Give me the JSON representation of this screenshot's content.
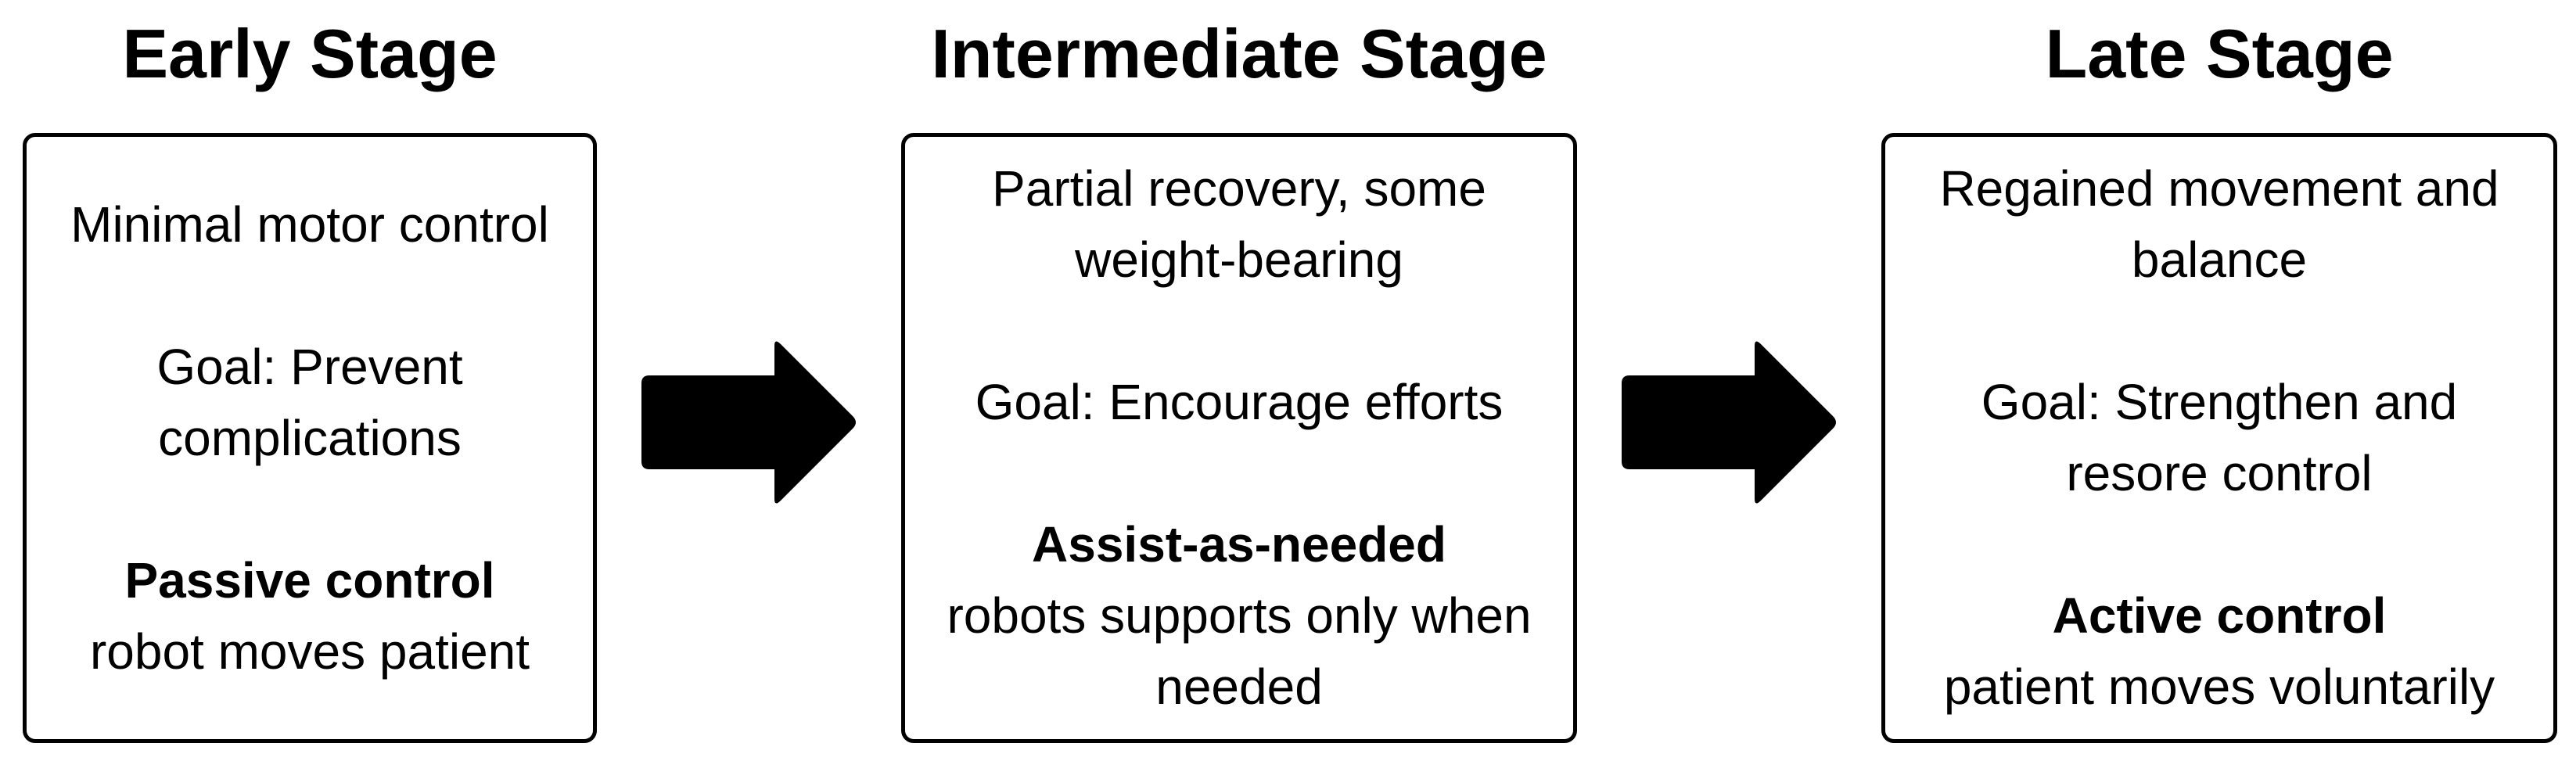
{
  "stages": [
    {
      "title": "Early Stage",
      "condition": [
        "Minimal motor control"
      ],
      "goal": [
        "Goal: Prevent",
        "complications"
      ],
      "control_label": "Passive control",
      "control_desc": [
        "robot moves patient"
      ]
    },
    {
      "title": "Intermediate Stage",
      "condition": [
        "Partial recovery, some",
        "weight-bearing"
      ],
      "goal": [
        "Goal: Encourage efforts"
      ],
      "control_label": "Assist-as-needed",
      "control_desc": [
        "robots supports only when",
        "needed"
      ]
    },
    {
      "title": "Late Stage",
      "condition": [
        "Regained movement and",
        "balance"
      ],
      "goal": [
        "Goal: Strengthen and",
        "resore control"
      ],
      "control_label": "Active control",
      "control_desc": [
        "patient moves voluntarily"
      ]
    }
  ],
  "colors": {
    "stroke": "#000000",
    "arrow_fill": "#000000",
    "background": "#ffffff"
  },
  "icons": {
    "arrow_1": "right-arrow-icon",
    "arrow_2": "right-arrow-icon"
  }
}
